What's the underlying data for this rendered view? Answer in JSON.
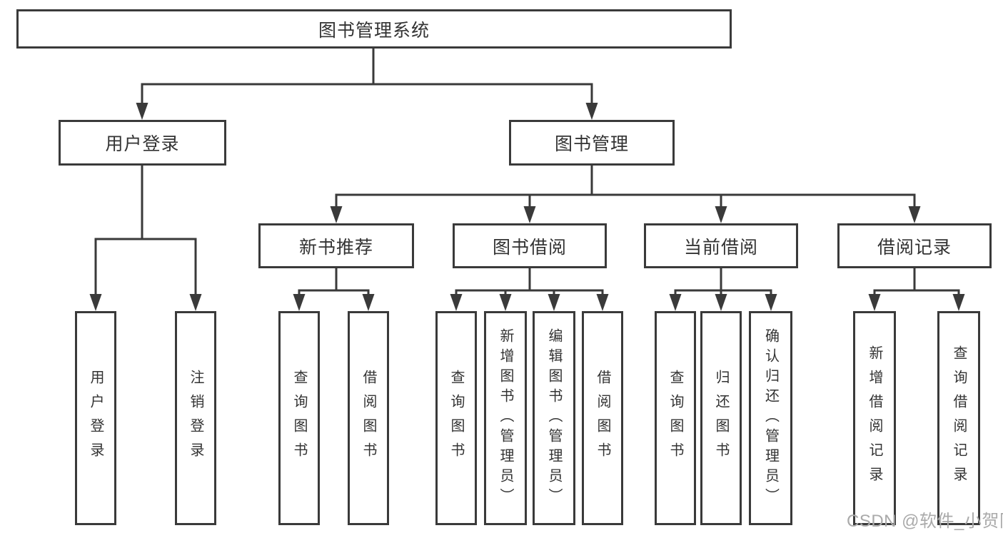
{
  "diagram": {
    "colors": {
      "line": "#3a3a3a",
      "text": "#333333",
      "watermark": "#aaaaaa",
      "background": "#ffffff"
    },
    "nodes": {
      "root": "图书管理系统",
      "user_login": "用户登录",
      "book_mgmt": "图书管理",
      "new_book_rec": "新书推荐",
      "book_borrow": "图书借阅",
      "current_borrow": "当前借阅",
      "borrow_records": "借阅记录",
      "leaf_user_login": "用户登录",
      "leaf_logout": "注销登录",
      "leaf_nbr_query": "查询图书",
      "leaf_nbr_borrow": "借阅图书",
      "leaf_bb_query": "查询图书",
      "leaf_bb_add": "新增图书（管理员）",
      "leaf_bb_edit": "编辑图书（管理员）",
      "leaf_bb_borrow": "借阅图书",
      "leaf_cb_query": "查询图书",
      "leaf_cb_return": "归还图书",
      "leaf_cb_confirm": "确认归还（管理员）",
      "leaf_br_add": "新增借阅记录",
      "leaf_br_query": "查询借阅记录"
    },
    "hierarchy": {
      "图书管理系统": {
        "用户登录": [
          "用户登录",
          "注销登录"
        ],
        "图书管理": {
          "新书推荐": [
            "查询图书",
            "借阅图书"
          ],
          "图书借阅": [
            "查询图书",
            "新增图书（管理员）",
            "编辑图书（管理员）",
            "借阅图书"
          ],
          "当前借阅": [
            "查询图书",
            "归还图书",
            "确认归还（管理员）"
          ],
          "借阅记录": [
            "新增借阅记录",
            "查询借阅记录"
          ]
        }
      }
    },
    "watermark": "CSDN @软件_小贺同学"
  }
}
